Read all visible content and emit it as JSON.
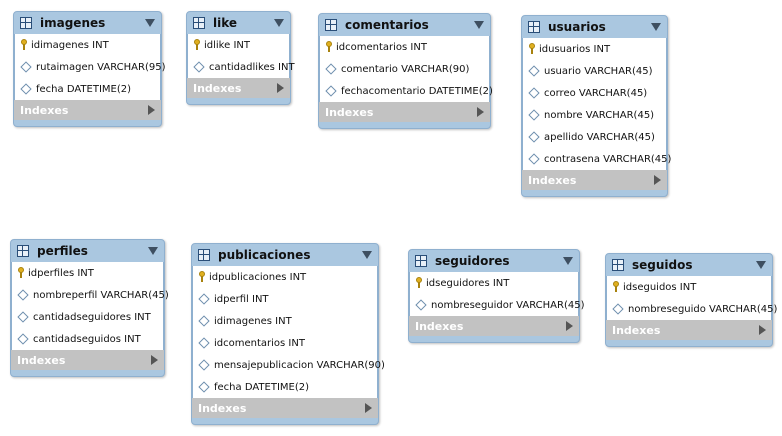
{
  "footer_label": "Indexes",
  "tables": {
    "imagenes": {
      "name": "imagenes",
      "columns": [
        "idimagenes INT",
        "rutaimagen VARCHAR(95)",
        "fecha DATETIME(2)"
      ]
    },
    "like": {
      "name": "like",
      "columns": [
        "idlike INT",
        "cantidadlikes INT"
      ]
    },
    "comentarios": {
      "name": "comentarios",
      "columns": [
        "idcomentarios INT",
        "comentario VARCHAR(90)",
        "fechacomentario DATETIME(2)"
      ]
    },
    "usuarios": {
      "name": "usuarios",
      "columns": [
        "idusuarios INT",
        "usuario VARCHAR(45)",
        "correo VARCHAR(45)",
        "nombre VARCHAR(45)",
        "apellido VARCHAR(45)",
        "contrasena VARCHAR(45)"
      ]
    },
    "perfiles": {
      "name": "perfiles",
      "columns": [
        "idperfiles INT",
        "nombreperfil VARCHAR(45)",
        "cantidadseguidores INT",
        "cantidadseguidos INT"
      ]
    },
    "publicaciones": {
      "name": "publicaciones",
      "columns": [
        "idpublicaciones INT",
        "idperfil INT",
        "idimagenes INT",
        "idcomentarios INT",
        "mensajepublicacion VARCHAR(90)",
        "fecha DATETIME(2)"
      ]
    },
    "seguidores": {
      "name": "seguidores",
      "columns": [
        "idseguidores INT",
        "nombreseguidor VARCHAR(45)"
      ]
    },
    "seguidos": {
      "name": "seguidos",
      "columns": [
        "idseguidos INT",
        "nombreseguido VARCHAR(45)"
      ]
    }
  }
}
